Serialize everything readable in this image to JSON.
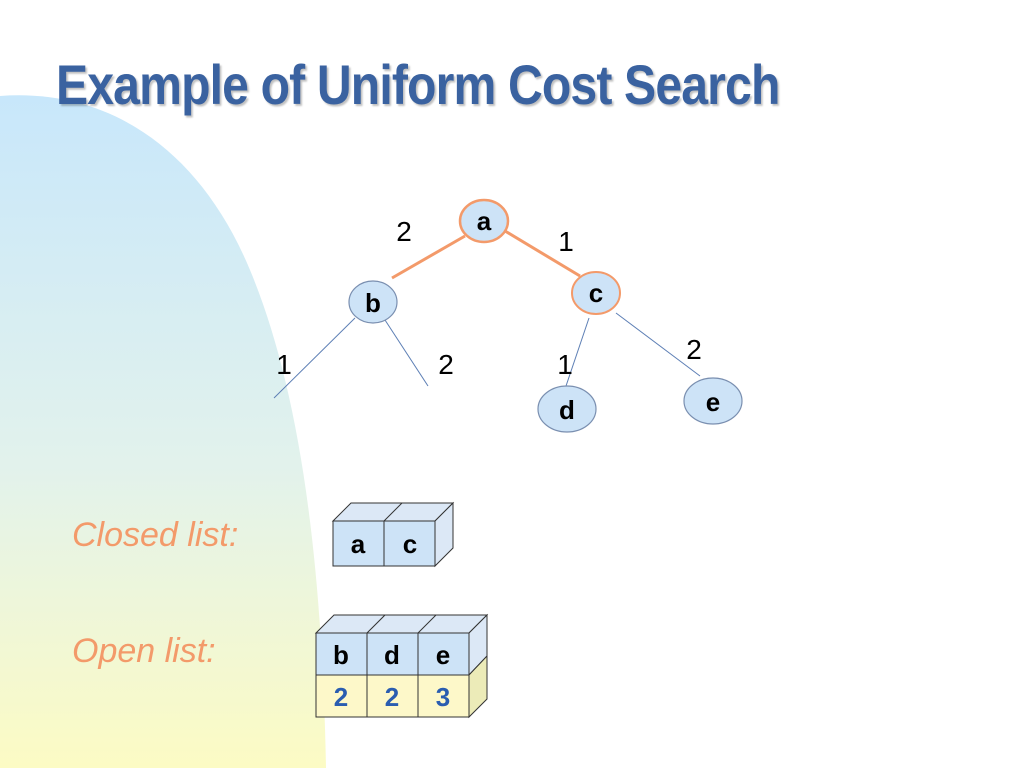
{
  "title": "Example of Uniform Cost Search",
  "colors": {
    "title": "#3a62a0",
    "label": "#f39a6a",
    "node_fill": "#cde3f7",
    "node_stroke": "#7a8fb0",
    "highlight_edge": "#f39a6a",
    "plain_edge": "#5d7fb5",
    "cost_text": "#2a5db0",
    "cost_fill": "#fdf8c9"
  },
  "tree": {
    "nodes": [
      {
        "id": "a",
        "label": "a",
        "highlight": true
      },
      {
        "id": "b",
        "label": "b",
        "highlight": false
      },
      {
        "id": "c",
        "label": "c",
        "highlight": true
      },
      {
        "id": "d",
        "label": "d",
        "highlight": false
      },
      {
        "id": "e",
        "label": "e",
        "highlight": false
      }
    ],
    "edge_labels": {
      "a_b": "2",
      "a_c": "1",
      "b_left": "1",
      "b_right": "2",
      "c_d": "1",
      "c_e": "2"
    }
  },
  "closed_list": {
    "label": "Closed list:",
    "items": [
      "a",
      "c"
    ]
  },
  "open_list": {
    "label": "Open list:",
    "items": [
      {
        "node": "b",
        "cost": "2"
      },
      {
        "node": "d",
        "cost": "2"
      },
      {
        "node": "e",
        "cost": "3"
      }
    ]
  }
}
